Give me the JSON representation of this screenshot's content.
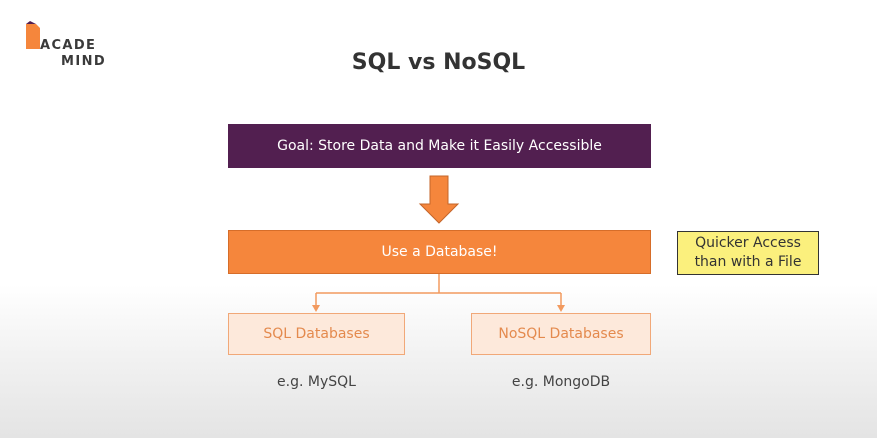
{
  "logo": {
    "line1": "ACADE",
    "line2": "MIND"
  },
  "title": "SQL vs NoSQL",
  "goal": {
    "text": "Goal: Store Data and Make it Easily Accessible"
  },
  "database": {
    "text": "Use a Database!"
  },
  "note": {
    "line1": "Quicker Access",
    "line2": "than with a File"
  },
  "sql": {
    "label": "SQL Databases",
    "example": "e.g. MySQL"
  },
  "nosql": {
    "label": "NoSQL Databases",
    "example": "e.g. MongoDB"
  },
  "colors": {
    "goal": "#521f50",
    "database": "#f5863c",
    "option_fill": "#fde9db",
    "option_border": "#f1a878",
    "note": "#fbf07d"
  }
}
